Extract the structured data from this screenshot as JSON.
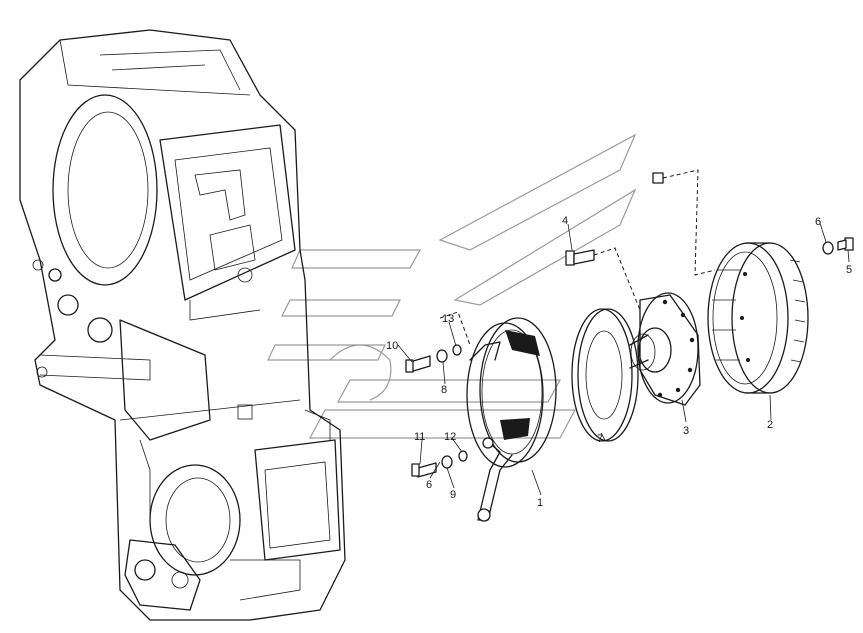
{
  "labels": {
    "p1": "1",
    "p2": "2",
    "p3": "3",
    "p4": "4",
    "p5": "5",
    "p6a": "6",
    "p6b": "6",
    "p7": "7",
    "p8": "8",
    "p9": "9",
    "p10": "10",
    "p11": "11",
    "p12": "12",
    "p13": "13"
  },
  "colors": {
    "line": "#1a1a1a",
    "watermark": "#9a9a9a",
    "background": "#ffffff"
  }
}
